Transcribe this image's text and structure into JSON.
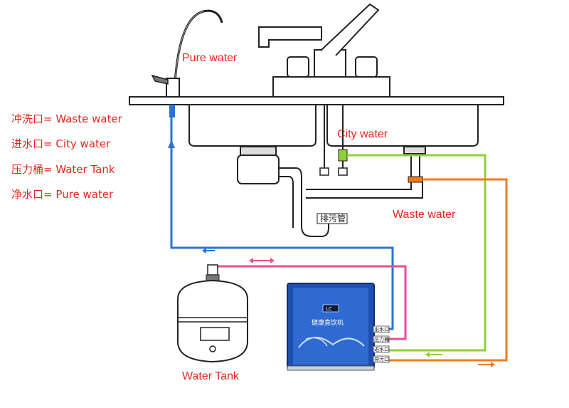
{
  "legend": [
    {
      "term": "冲洗口",
      "meaning": "Waste water"
    },
    {
      "term": "进水口",
      "meaning": "City water"
    },
    {
      "term": "压力桶",
      "meaning": "Water Tank"
    },
    {
      "term": "净水口",
      "meaning": "Pure water"
    }
  ],
  "labels": {
    "pure_water": "Pure water",
    "city_water": "City water",
    "waste_water": "Waste water",
    "water_tank": "Water Tank",
    "drain_pipe": "排污管"
  },
  "unit": {
    "display": "LC",
    "brand": "健康直饮机",
    "ports": [
      "出水口",
      "压力桶",
      "进水口",
      "排污口"
    ]
  },
  "colors": {
    "pure_line": "#2a73d6",
    "tank_line": "#ea4c94",
    "city_line": "#8fcf3a",
    "waste_line": "#f07b1d",
    "label_red": "#e8261d",
    "unit_blue": "#1f4fae"
  }
}
